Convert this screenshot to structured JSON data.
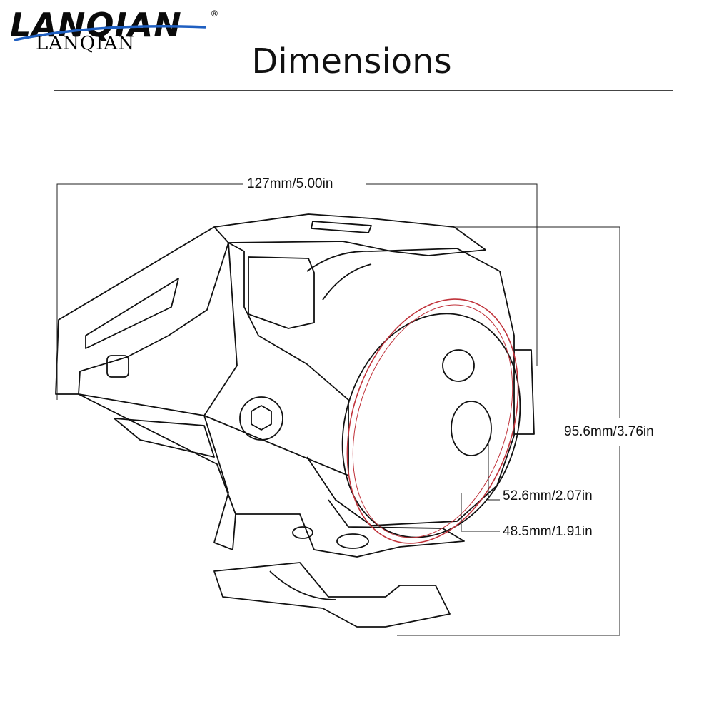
{
  "brand": {
    "logo_text": "LANQIAN",
    "registered_mark": "®"
  },
  "header": {
    "title": "Dimensions"
  },
  "dimensions": {
    "overall_width": "127mm/5.00in",
    "overall_height": "95.6mm/3.76in",
    "outer_ring_diameter": "52.6mm/2.07in",
    "lens_diameter": "48.5mm/1.91in"
  },
  "colors": {
    "line": "#111111",
    "ring": "#c0323a",
    "leader": "#222222"
  }
}
